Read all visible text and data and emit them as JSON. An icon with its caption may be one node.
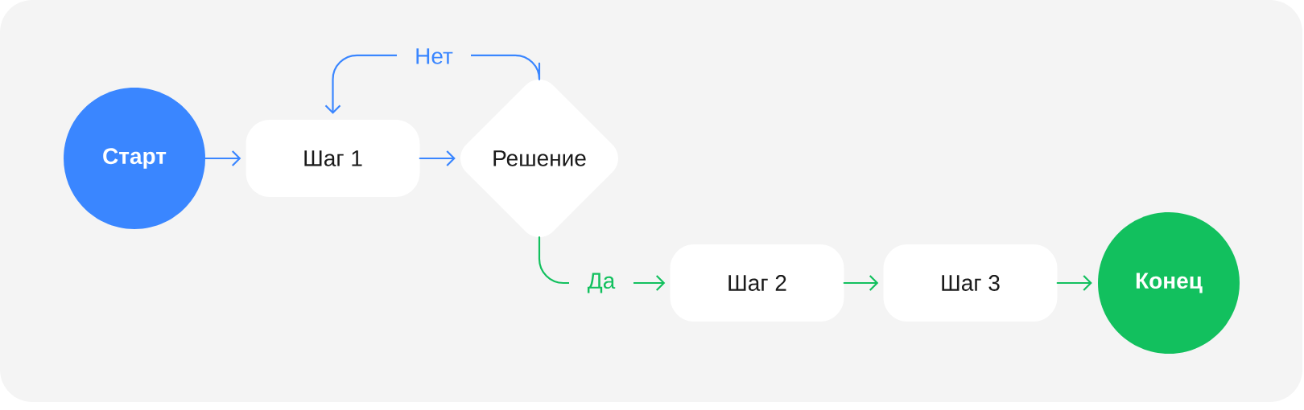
{
  "diagram": {
    "nodes": [
      {
        "text": [
          "Старт"
        ]
      },
      {
        "text": [
          "Шаг 1"
        ]
      },
      {
        "text": [
          "Решение"
        ]
      },
      {
        "text": [
          "Шаг 2"
        ]
      },
      {
        "text": [
          "Шаг 3"
        ]
      },
      {
        "text": [
          "Конец"
        ]
      }
    ],
    "edges": [
      {
        "from": 0,
        "to": 1,
        "arrow": "to",
        "color": "#3a86ff"
      },
      {
        "from": 1,
        "to": 2,
        "arrow": "to",
        "color": "#3a86ff"
      },
      {
        "from": 2,
        "to": 1,
        "arrow": "to",
        "label": "Нет",
        "color": "#3a86ff"
      },
      {
        "from": 2,
        "to": 3,
        "arrow": "to",
        "label": "Да",
        "color": "#12c05e"
      },
      {
        "from": 3,
        "to": 4,
        "arrow": "to",
        "color": "#12c05e"
      },
      {
        "from": 4,
        "to": 5,
        "arrow": "to",
        "color": "#12c05e"
      }
    ]
  }
}
